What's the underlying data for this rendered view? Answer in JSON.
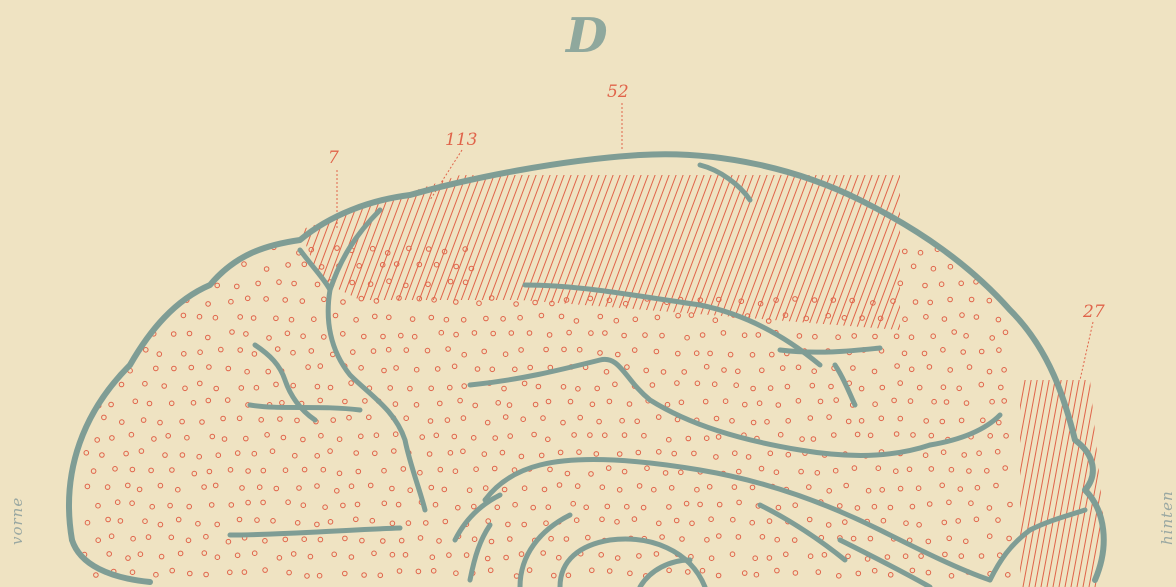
{
  "figure": {
    "plate_letter": "D",
    "area_labels": [
      "7",
      "113",
      "52",
      "27"
    ],
    "side_labels": {
      "front": "vorne",
      "back": "hinten"
    },
    "colors": {
      "paper": "#efe3c2",
      "outline": "#7f9d95",
      "markings": "#e0644a"
    }
  }
}
